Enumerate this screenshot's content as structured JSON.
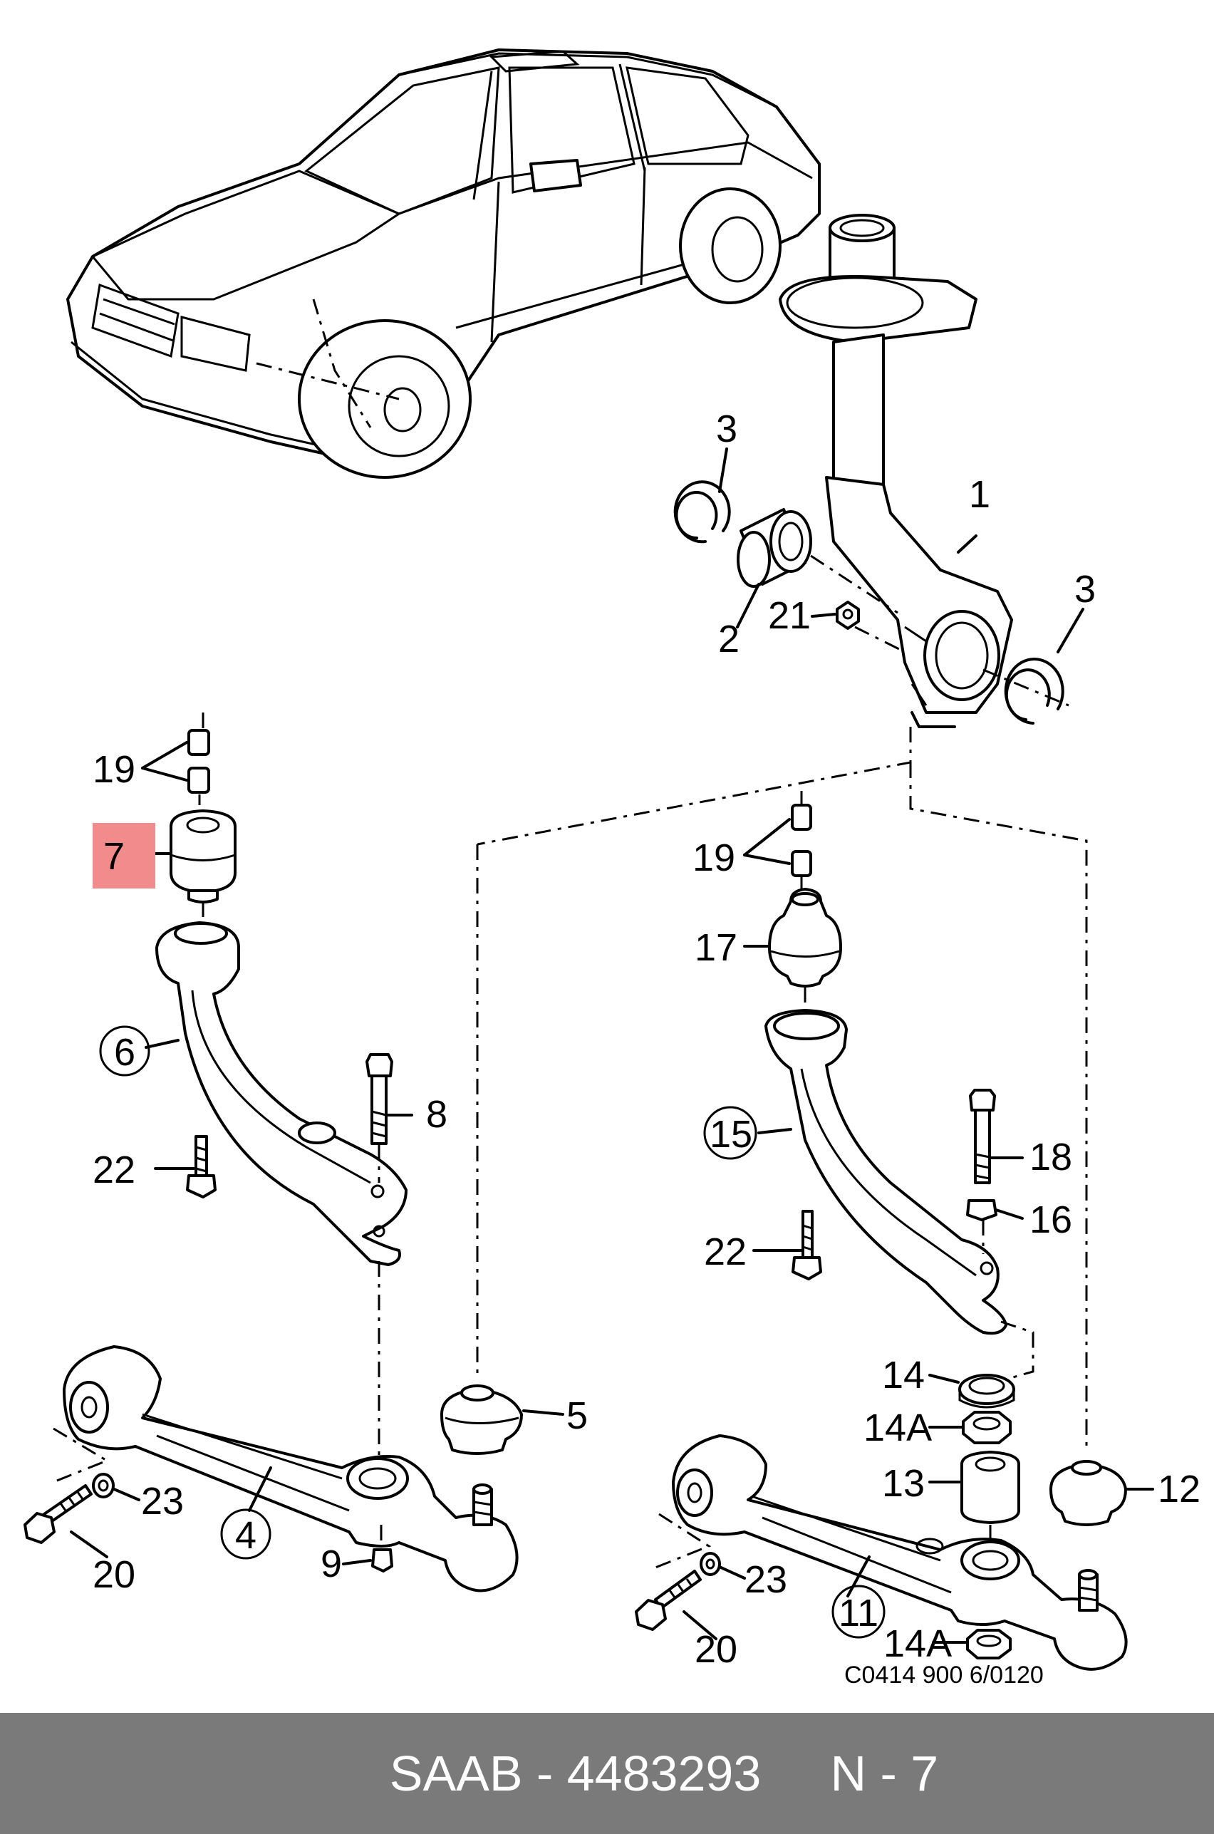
{
  "diagram": {
    "highlight_color": "#f28b8b",
    "labels": {
      "p1": "1",
      "p2": "2",
      "p3a": "3",
      "p3b": "3",
      "p4": "4",
      "p5": "5",
      "p6": "6",
      "p7": "7",
      "p8": "8",
      "p9": "9",
      "p11": "11",
      "p12": "12",
      "p13": "13",
      "p14": "14",
      "p14a_top": "14A",
      "p14a_bottom": "14A",
      "p15": "15",
      "p16": "16",
      "p17": "17",
      "p18": "18",
      "p19_left": "19",
      "p19_right": "19",
      "p20_left": "20",
      "p20_right": "20",
      "p21": "21",
      "p22_left": "22",
      "p22_right": "22",
      "p23_left": "23",
      "p23_right": "23"
    },
    "drawing_code": "C0414 900  6/0120"
  },
  "footer": {
    "background": "#7a7a7a",
    "text": "SAAB - 4483293     N - 7"
  }
}
